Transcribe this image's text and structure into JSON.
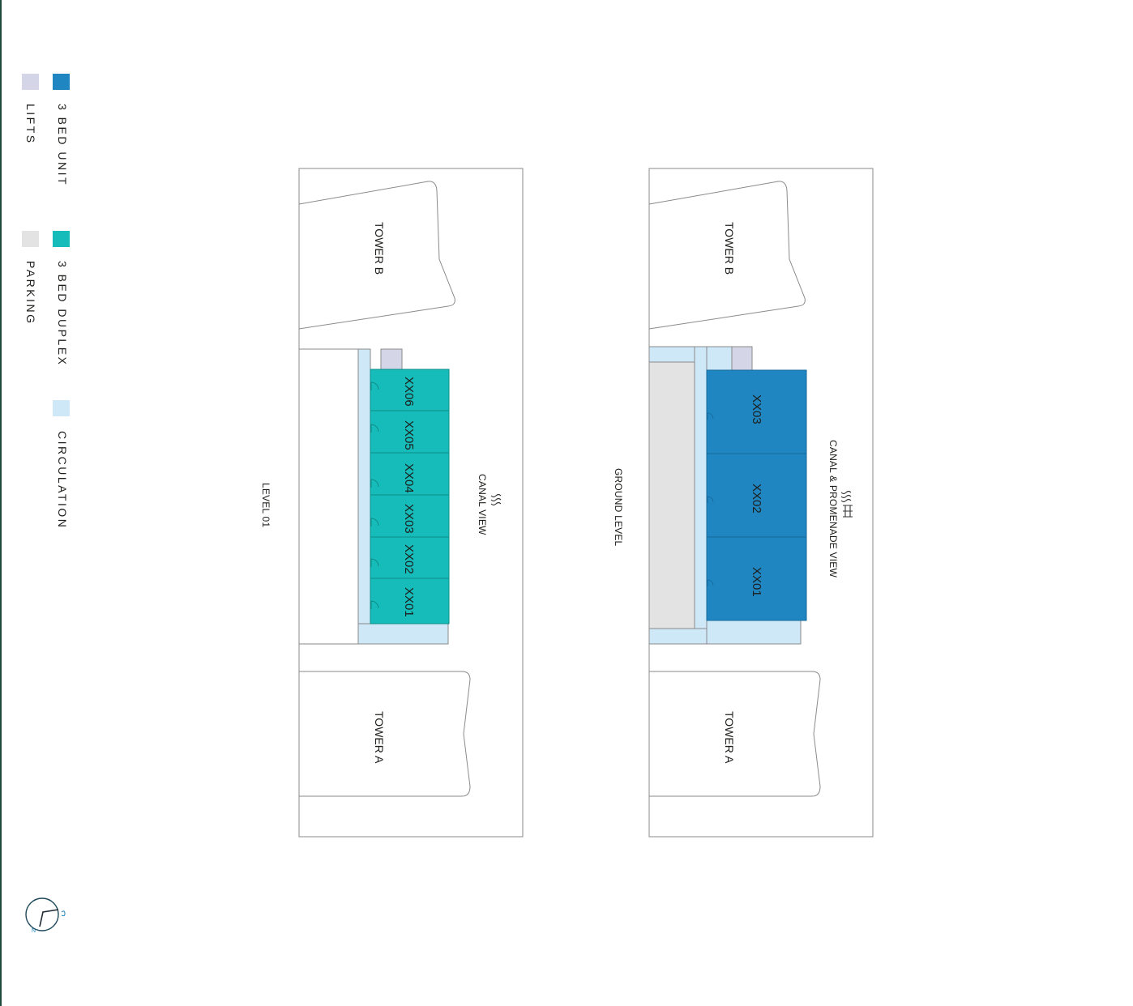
{
  "colors": {
    "three_bed_unit": "#1f86c2",
    "three_bed_duplex": "#15bcb9",
    "lifts": "#d5d5e8",
    "parking": "#e3e3e3",
    "circulation": "#cfe8f7",
    "border": "#8a8a8a",
    "edge": "#1f4a3c"
  },
  "legend": [
    {
      "label": "3 BED UNIT",
      "color": "#1f86c2"
    },
    {
      "label": "3 BED DUPLEX",
      "color": "#15bcb9"
    },
    {
      "label": "CIRCULATION",
      "color": "#cfe8f7"
    },
    {
      "label": "LIFTS",
      "color": "#d5d5e8"
    },
    {
      "label": "PARKING",
      "color": "#e3e3e3"
    }
  ],
  "plans": {
    "level_01": {
      "title": "LEVEL 01",
      "view_label": "CANAL VIEW",
      "tower_b": "TOWER B",
      "tower_a": "TOWER A",
      "units": [
        "XX06",
        "XX05",
        "XX04",
        "XX03",
        "XX02",
        "XX01"
      ]
    },
    "ground_level": {
      "title": "GROUND LEVEL",
      "view_label": "CANAL & PROMENADE VIEW",
      "tower_b": "TOWER B",
      "tower_a": "TOWER A",
      "units": [
        "XX03",
        "XX02",
        "XX01"
      ]
    }
  },
  "compass": {
    "icon": "north-compass-icon",
    "letter": "N"
  }
}
